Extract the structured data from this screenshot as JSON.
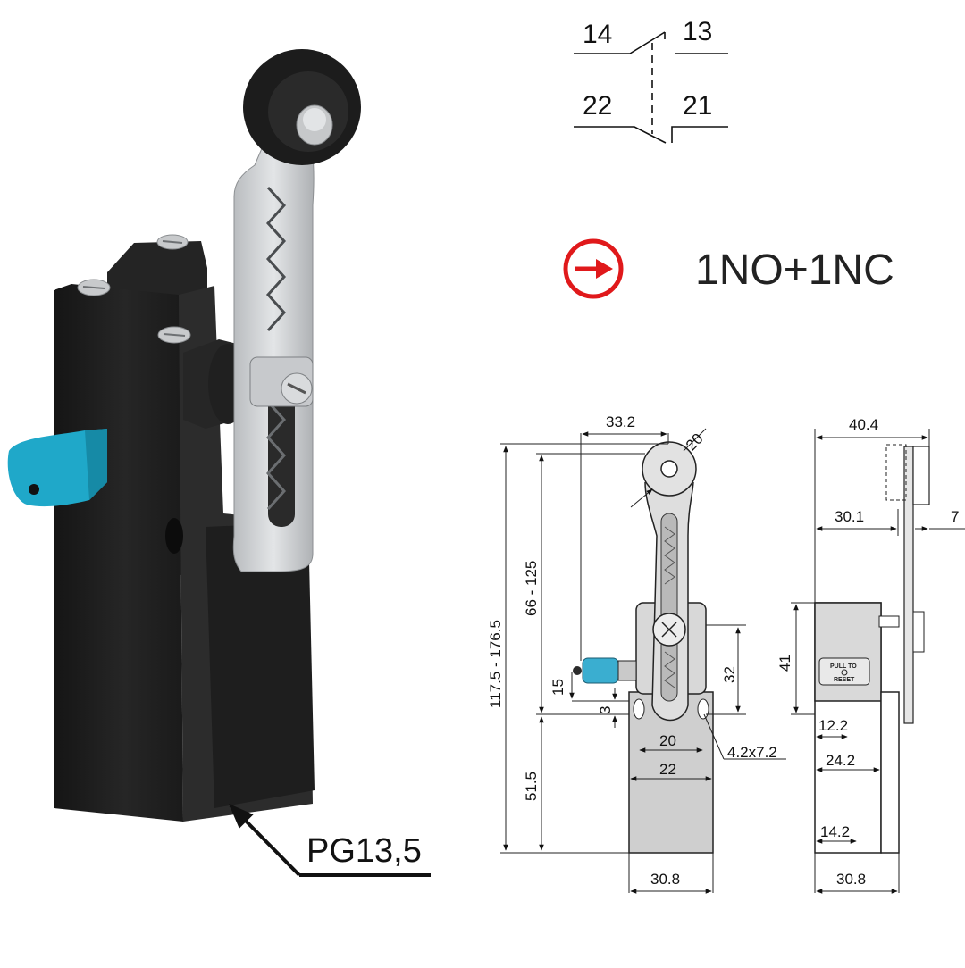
{
  "contact_diagram": {
    "no_left": "14",
    "no_right": "13",
    "nc_left": "22",
    "nc_right": "21"
  },
  "contact_type": {
    "icon": "positive-opening-arrow-icon",
    "label": "1NO+1NC",
    "icon_color": "#e0191b"
  },
  "product": {
    "cable_entry": "PG13,5",
    "button_color": "#1fa8c9",
    "body_color": "#1d1d1d"
  },
  "front_view": {
    "d_33_2": "33.2",
    "d_20": "20",
    "d_66_125": "66 - 125",
    "d_117": "117.5 - 176.5",
    "d_15": "15",
    "d_3": "3",
    "d_32": "32",
    "d_20b": "20",
    "d_22": "22",
    "d_hole": "4.2x7.2",
    "d_51_5": "51.5",
    "d_30_8": "30.8"
  },
  "side_view": {
    "d_40_4": "40.4",
    "d_30_1": "30.1",
    "d_7": "7",
    "d_41": "41",
    "d_12_2": "12.2",
    "d_24_2": "24.2",
    "d_14_2": "14.2",
    "d_30_8": "30.8",
    "reset_line1": "PULL TO",
    "reset_line2": "RESET"
  }
}
